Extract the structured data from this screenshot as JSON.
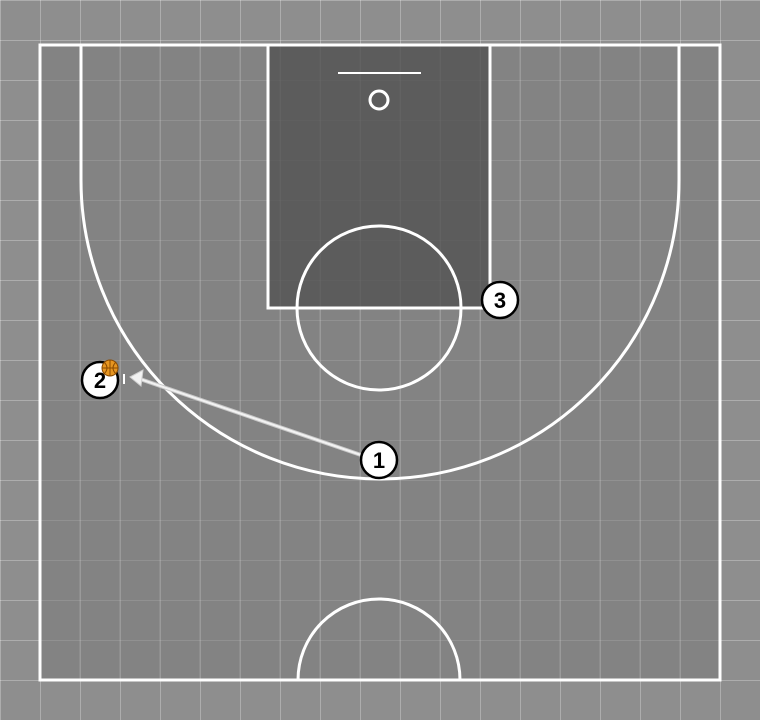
{
  "diagram": {
    "colors": {
      "court": "#7a7a7a",
      "paint": "#4f4f4f",
      "lines": "#ffffff",
      "ball": "#e69520",
      "player_fill": "#ffffff",
      "player_text": "#000000",
      "pass_line": "#f0f0f0"
    },
    "players": [
      {
        "label": "1"
      },
      {
        "label": "2"
      },
      {
        "label": "3"
      }
    ],
    "ball": {
      "holder": "2"
    },
    "actions": [
      {
        "type": "pass",
        "from": "1",
        "to": "2"
      }
    ]
  }
}
